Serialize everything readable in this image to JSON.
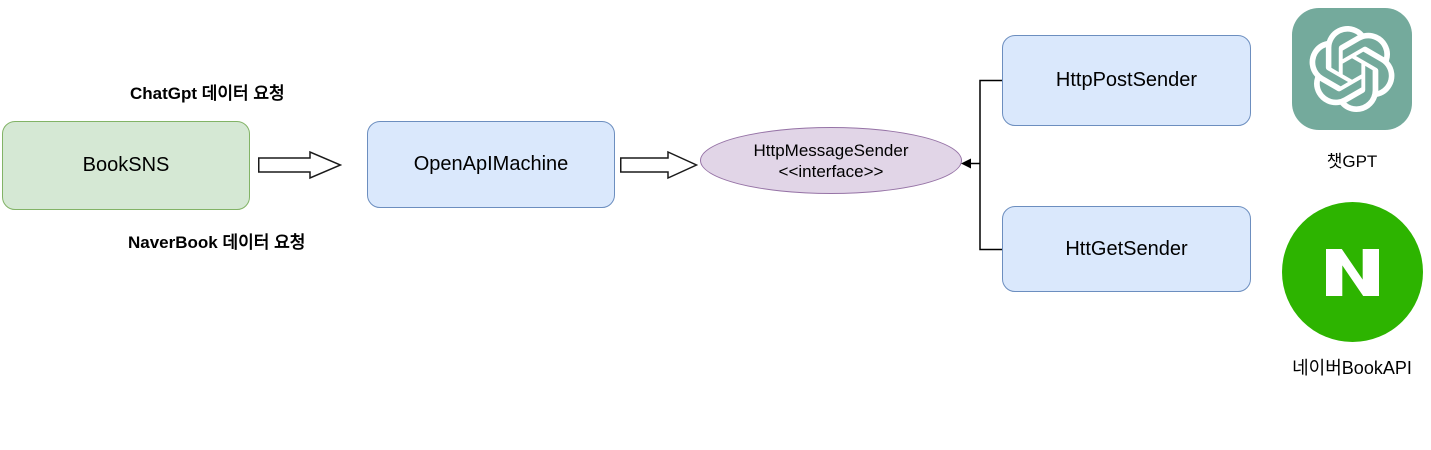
{
  "annotations": {
    "chatgpt_request": "ChatGpt 데이터 요청",
    "naverbook_request": "NaverBook 데이터 요청"
  },
  "nodes": {
    "book_sns": {
      "label": "BookSNS",
      "fill": "#d5e8d4",
      "stroke": "#82b366"
    },
    "open_api_machine": {
      "label": "OpenApIMachine",
      "fill": "#dae8fc",
      "stroke": "#6c8ebf"
    },
    "http_message_sender": {
      "label": "HttpMessageSender",
      "stereotype": "<<interface>>",
      "fill": "#e1d5e7",
      "stroke": "#9673a6"
    },
    "http_post_sender": {
      "label": "HttpPostSender",
      "fill": "#dae8fc",
      "stroke": "#6c8ebf"
    },
    "htt_get_sender": {
      "label": "HttGetSender",
      "fill": "#dae8fc",
      "stroke": "#6c8ebf"
    }
  },
  "connectors": {
    "block_arrow_fill": "#ffffff",
    "block_arrow_stroke": "#1a1a1a",
    "line_stroke": "#000000"
  },
  "logos": {
    "chatgpt": {
      "caption": "챗GPT",
      "bg": "#74aa9c",
      "fg": "#ffffff"
    },
    "naver": {
      "caption": "네이버BookAPI",
      "bg": "#2db400",
      "fg": "#ffffff"
    }
  }
}
